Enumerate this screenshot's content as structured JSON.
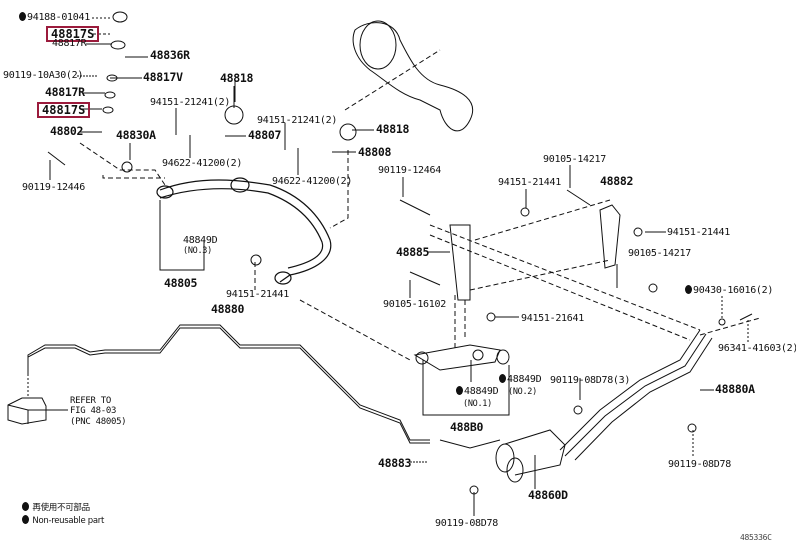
{
  "labels": {
    "p94188": "94188-01041",
    "p48817S_a": "48817S",
    "p48817R_a": "48817R",
    "p48836R": "48836R",
    "p90119_10A30": "90119-10A30(2)",
    "p48817V": "48817V",
    "p48817R_b": "48817R",
    "p48817S_b": "48817S",
    "p48802": "48802",
    "p48830A": "48830A",
    "p90119_12446": "90119-12446",
    "p48818_a": "48818",
    "p94151_21241_a": "94151-21241(2)",
    "p48807": "48807",
    "p94622_a": "94622-41200(2)",
    "p94151_21241_b": "94151-21241(2)",
    "p48818_b": "48818",
    "p48808": "48808",
    "p94622_b": "94622-41200(2)",
    "p90119_12464": "90119-12464",
    "p90105_14217_a": "90105-14217",
    "p94151_21441_a": "94151-21441",
    "p48882": "48882",
    "p94151_21441_b": "94151-21441",
    "p48885": "48885",
    "p90105_14217_b": "90105-14217",
    "p90105_16102": "90105-16102",
    "p94151_21641": "94151-21641",
    "p90430": "90430-16016(2)",
    "p96341": "96341-41603(2)",
    "p48849D_3": "48849D",
    "p48849D_3_no": "(NO.3)",
    "p48805": "48805",
    "p48880": "48880",
    "p94151_21441_c": "94151-21441",
    "refer_1": "REFER TO",
    "refer_2": "FIG 48-03",
    "refer_3": "(PNC 48005)",
    "p48849D_2": "48849D",
    "p48849D_2_no": "(NO.2)",
    "p48849D_1": "48849D",
    "p48849D_1_no": "(NO.1)",
    "p488B0": "488B0",
    "p90119_08D78_3": "90119-08D78(3)",
    "p48880A": "48880A",
    "p48883": "48883",
    "p48860D": "48860D",
    "p90119_08D78_a": "90119-08D78",
    "p90119_08D78_b": "90119-08D78"
  },
  "legend": {
    "japanese": "再使用不可部品",
    "english": "Non-reusable part"
  },
  "diagram_id": "485336C",
  "colors": {
    "highlight": "#9b1b3c",
    "line": "#111111"
  }
}
